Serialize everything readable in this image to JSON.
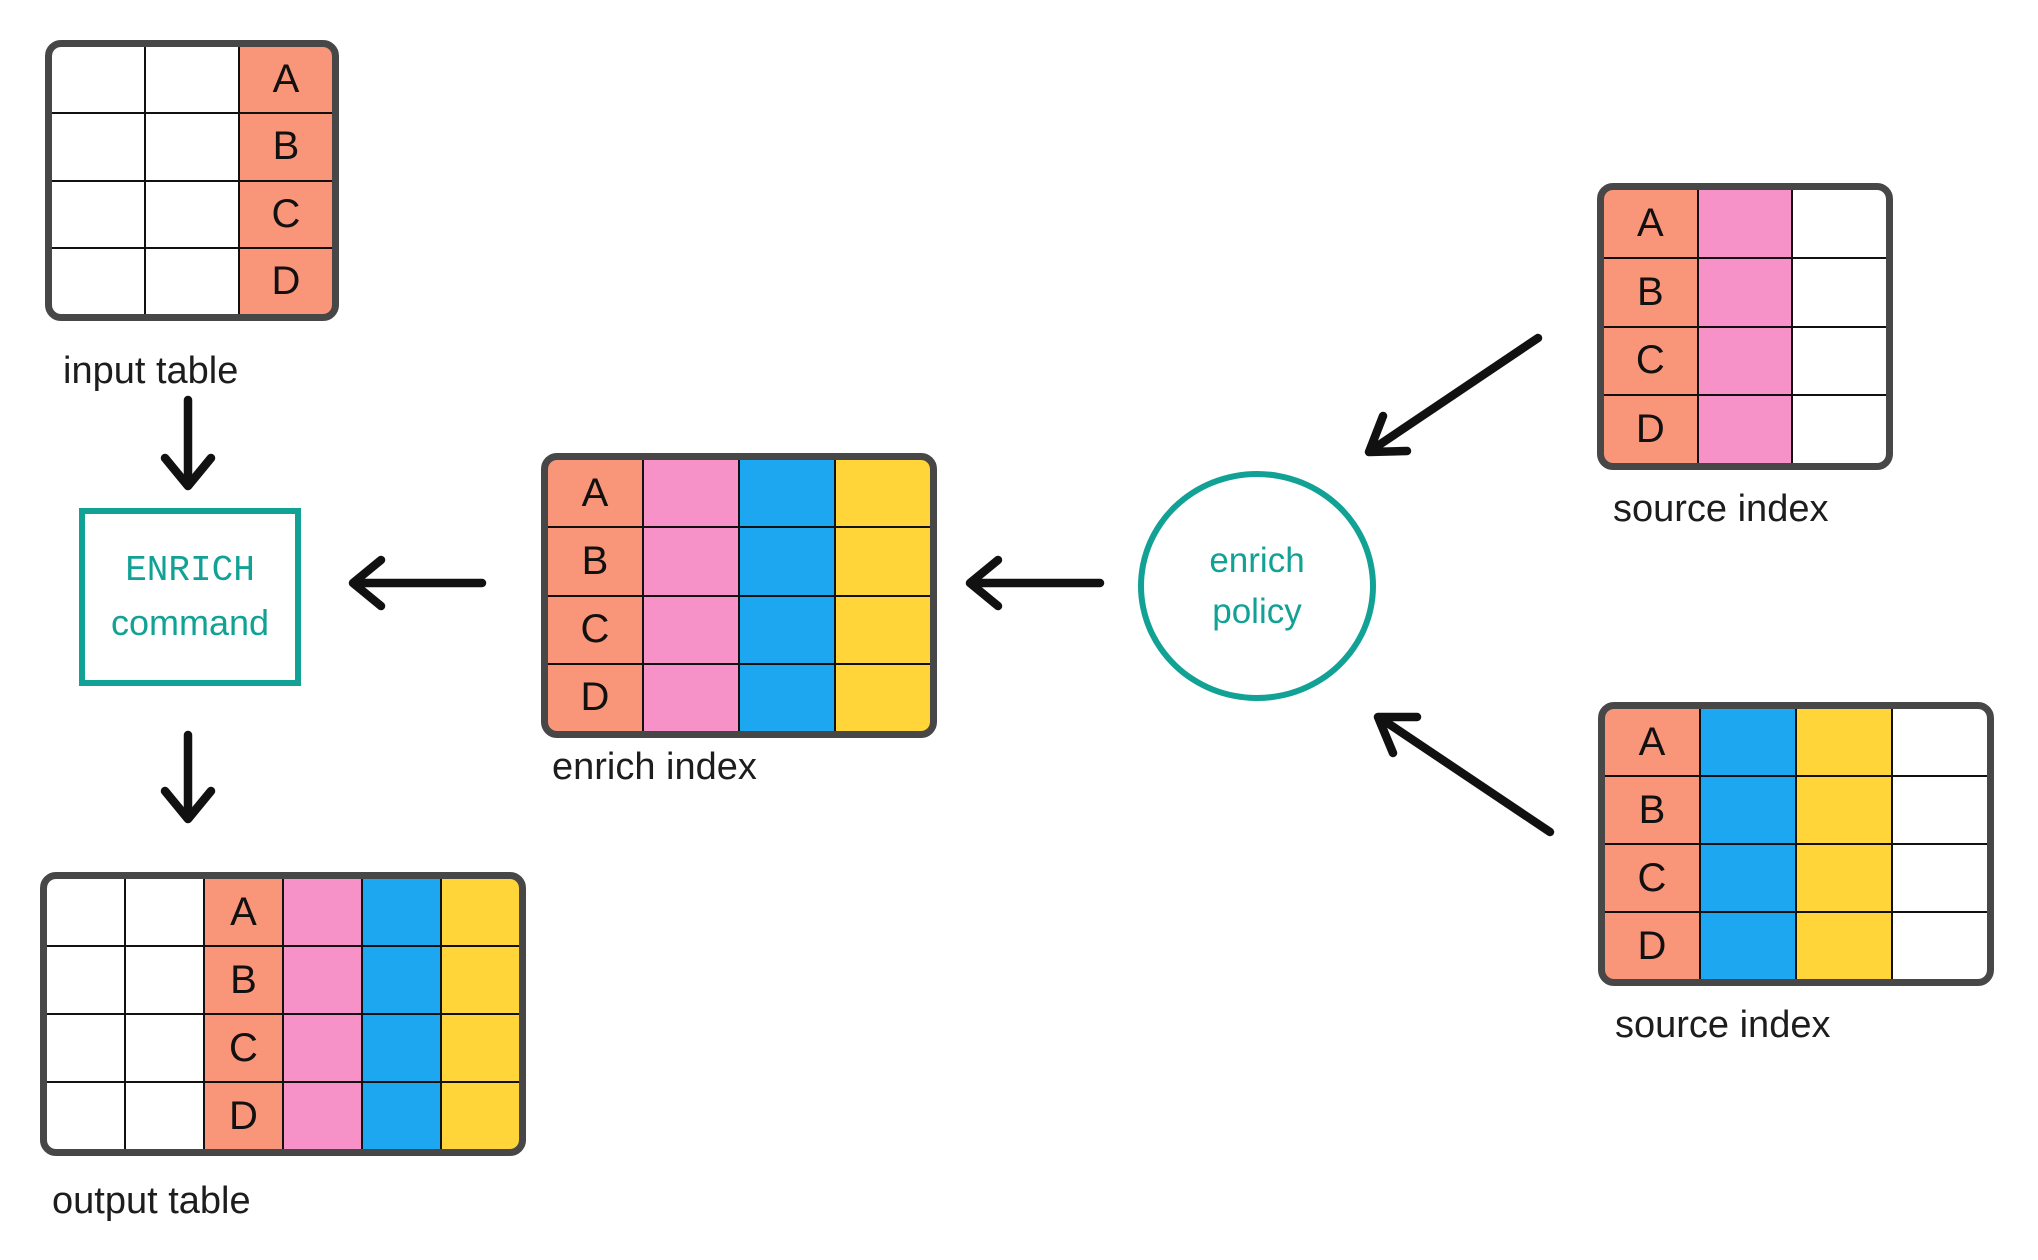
{
  "colors": {
    "salmon": "#F99579",
    "pink": "#F792C9",
    "blue": "#1CA7F0",
    "yellow": "#FFD53A",
    "teal": "#12A195",
    "white": "#FFFFFF",
    "table_border": "#474747",
    "arrow": "#111111",
    "label_text": "#1D1D1D"
  },
  "tables": {
    "input_table": {
      "label": "input table",
      "columns": [
        {
          "color": "white",
          "cells": [
            "",
            "",
            "",
            ""
          ]
        },
        {
          "color": "white",
          "cells": [
            "",
            "",
            "",
            ""
          ]
        },
        {
          "color": "salmon",
          "cells": [
            "A",
            "B",
            "C",
            "D"
          ]
        }
      ]
    },
    "enrich_index": {
      "label": "enrich index",
      "columns": [
        {
          "color": "salmon",
          "cells": [
            "A",
            "B",
            "C",
            "D"
          ]
        },
        {
          "color": "pink",
          "cells": [
            "",
            "",
            "",
            ""
          ]
        },
        {
          "color": "blue",
          "cells": [
            "",
            "",
            "",
            ""
          ]
        },
        {
          "color": "yellow",
          "cells": [
            "",
            "",
            "",
            ""
          ]
        }
      ]
    },
    "output_table": {
      "label": "output table",
      "columns": [
        {
          "color": "white",
          "cells": [
            "",
            "",
            "",
            ""
          ]
        },
        {
          "color": "white",
          "cells": [
            "",
            "",
            "",
            ""
          ]
        },
        {
          "color": "salmon",
          "cells": [
            "A",
            "B",
            "C",
            "D"
          ]
        },
        {
          "color": "pink",
          "cells": [
            "",
            "",
            "",
            ""
          ]
        },
        {
          "color": "blue",
          "cells": [
            "",
            "",
            "",
            ""
          ]
        },
        {
          "color": "yellow",
          "cells": [
            "",
            "",
            "",
            ""
          ]
        }
      ]
    },
    "source_index_top": {
      "label": "source index",
      "columns": [
        {
          "color": "salmon",
          "cells": [
            "A",
            "B",
            "C",
            "D"
          ]
        },
        {
          "color": "pink",
          "cells": [
            "",
            "",
            "",
            ""
          ]
        },
        {
          "color": "white",
          "cells": [
            "",
            "",
            "",
            ""
          ]
        }
      ]
    },
    "source_index_bottom": {
      "label": "source index",
      "columns": [
        {
          "color": "salmon",
          "cells": [
            "A",
            "B",
            "C",
            "D"
          ]
        },
        {
          "color": "blue",
          "cells": [
            "",
            "",
            "",
            ""
          ]
        },
        {
          "color": "yellow",
          "cells": [
            "",
            "",
            "",
            ""
          ]
        },
        {
          "color": "white",
          "cells": [
            "",
            "",
            "",
            ""
          ]
        }
      ]
    }
  },
  "nodes": {
    "enrich_command": {
      "line1": "ENRICH",
      "line2": "command"
    },
    "enrich_policy": {
      "line1": "enrich",
      "line2": "policy"
    }
  }
}
